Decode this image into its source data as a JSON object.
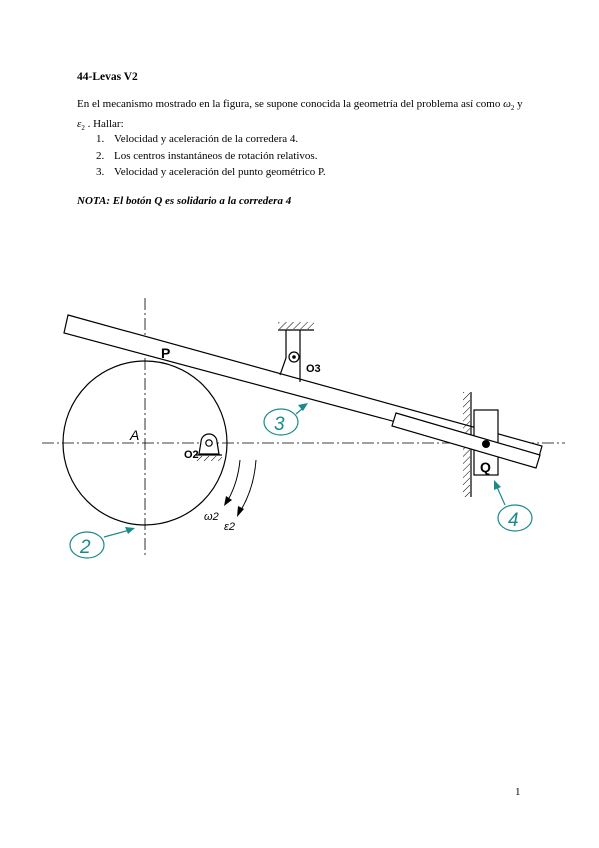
{
  "title": "44-Levas V2",
  "intro": {
    "before": "En el mecanismo mostrado en la figura, se supone conocida la geometría del problema así como",
    "omega": "ω",
    "omega_sub": "2",
    "conj": "y",
    "eps": "ε",
    "eps_sub": "2",
    "after": ". Hallar:"
  },
  "items": [
    {
      "num": "1.",
      "text": "Velocidad y aceleración de la corredera 4."
    },
    {
      "num": "2.",
      "text": "Los centros instantáneos de rotación relativos."
    },
    {
      "num": "3.",
      "text": "Velocidad y aceleración del punto geométrico P."
    }
  ],
  "nota": "NOTA: El botón Q es solidario a la corredera 4",
  "figure": {
    "label_P": "P",
    "label_A": "A",
    "label_O2": "O2",
    "label_O3": "O3",
    "label_Q": "Q",
    "label_omega": "ω2",
    "label_eps": "ε2",
    "callout_2": "2",
    "callout_3": "3",
    "callout_4": "4",
    "callout_color": "#1a8a8a"
  },
  "page_number": "1"
}
